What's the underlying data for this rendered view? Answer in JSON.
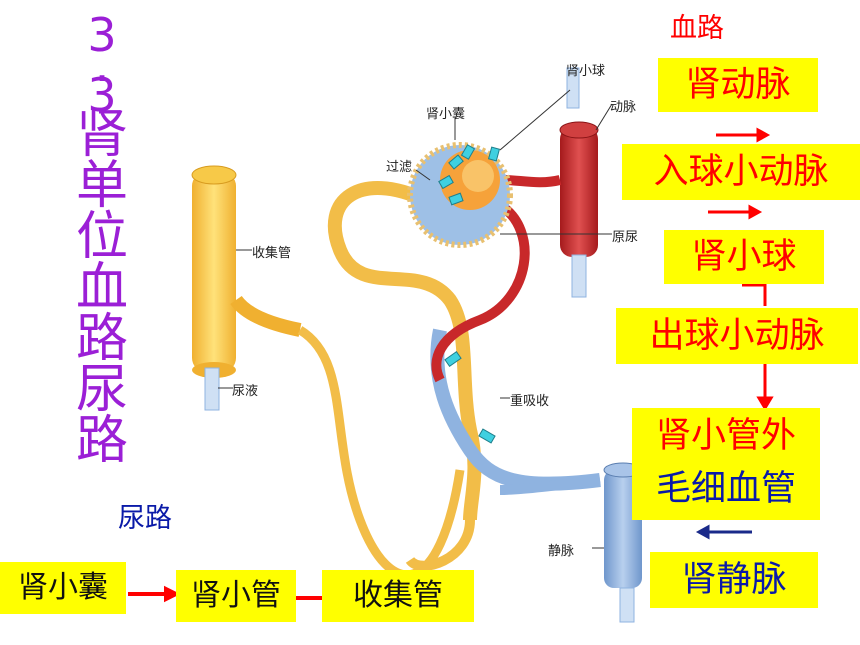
{
  "title": "3.3肾单位血路尿路",
  "blood_path": {
    "heading": "血路",
    "steps": [
      "肾动脉",
      "入球小动脉",
      "肾小球",
      "出球小动脉",
      "肾小管外",
      "毛细血管",
      "肾静脉"
    ]
  },
  "urine_path": {
    "heading": "尿路",
    "steps": [
      "肾小囊",
      "肾小管",
      "收集管"
    ]
  },
  "diagram_labels": {
    "glomerulus": "肾小球",
    "bowman_capsule": "肾小囊",
    "artery": "动脉",
    "filtration": "过滤",
    "primary_urine": "原尿",
    "collecting_duct": "收集管",
    "urine": "尿液",
    "reabsorption": "重吸收",
    "vein": "静脉"
  },
  "colors": {
    "title": "#9b1fd6",
    "box_fill": "#ffff00",
    "blood_text": "#ff0000",
    "vein_text": "#0a1aa8",
    "arrow_red": "#ff0000",
    "arrow_blue": "#1a2a8a",
    "tubule": "#f5c14a",
    "artery": "#c8282a",
    "vein": "#8fb3e0"
  }
}
